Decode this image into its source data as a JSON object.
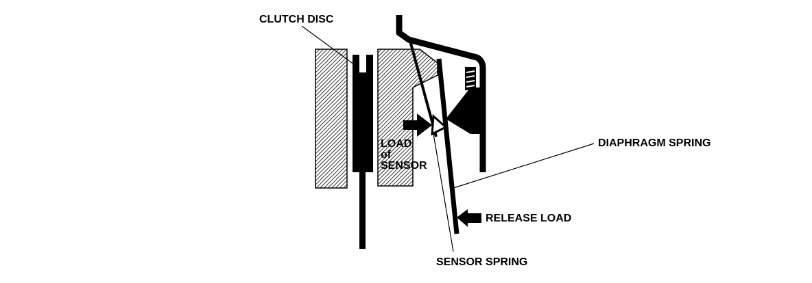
{
  "diagram": {
    "labels": {
      "clutch_disc": "CLUTCH DISC",
      "load_of_sensor_line1": "LOAD",
      "load_of_sensor_line2": "of",
      "load_of_sensor_line3": "SENSOR",
      "diaphragm_spring": "DIAPHRAGM SPRING",
      "release_load": "RELEASE LOAD",
      "sensor_spring": "SENSOR SPRING"
    },
    "colors": {
      "ink": "#000000",
      "background": "#ffffff"
    }
  }
}
